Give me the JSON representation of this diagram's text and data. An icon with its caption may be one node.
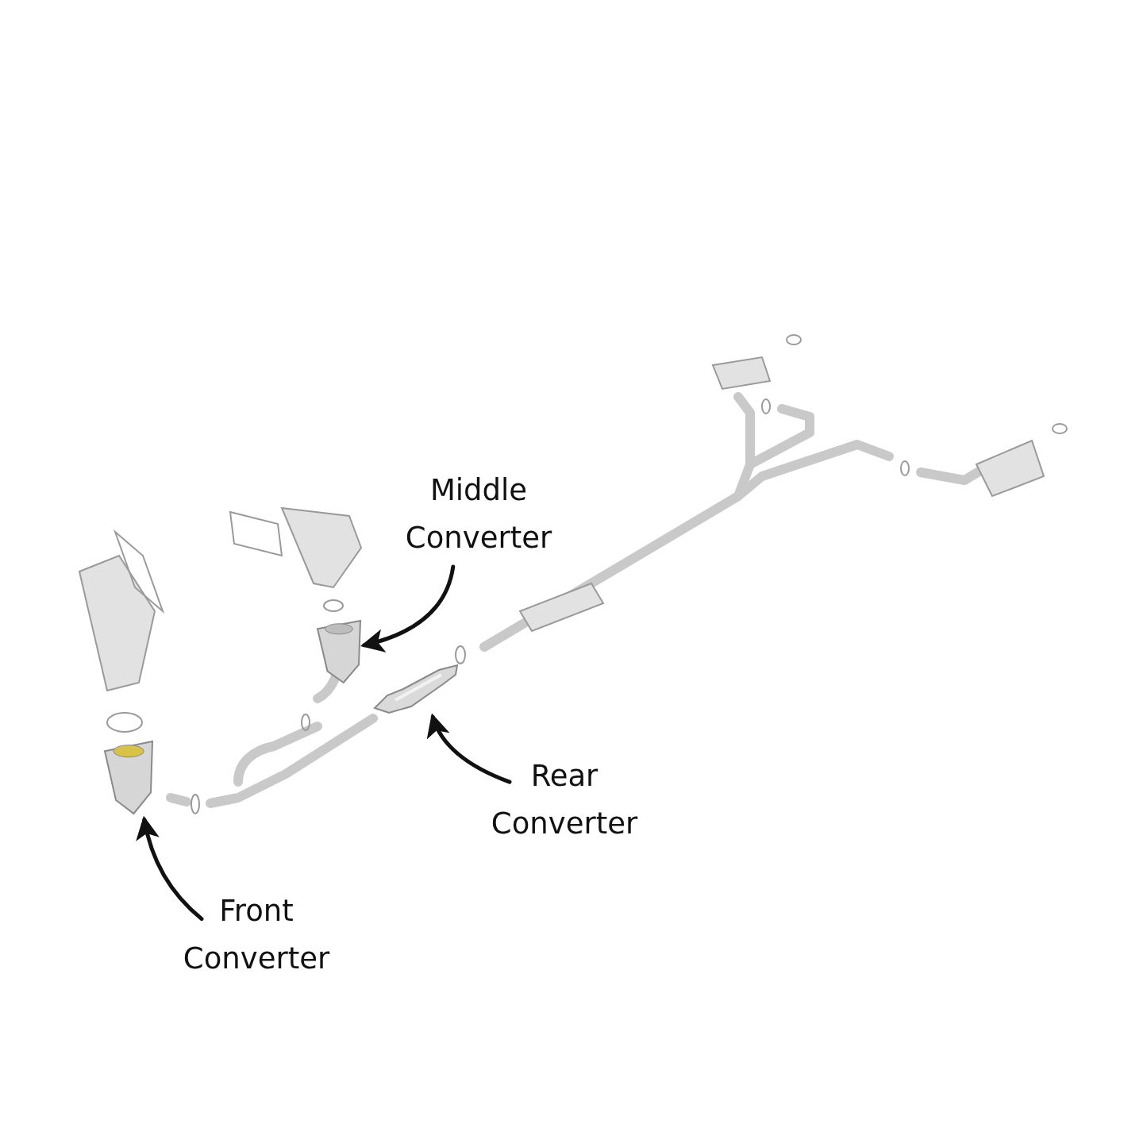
{
  "diagram": {
    "nodes": [
      {
        "text": [
          "Middle Converter"
        ]
      },
      {
        "text": [],
        "shape": "picture"
      },
      {
        "text": [
          "Rear Converter"
        ]
      },
      {
        "text": [],
        "shape": "picture"
      },
      {
        "text": [
          "Front Converter"
        ]
      },
      {
        "text": [],
        "shape": "picture"
      }
    ],
    "edges": [
      {
        "from": 0,
        "to": 1,
        "arrow": "to"
      },
      {
        "from": 2,
        "to": 3,
        "arrow": "to"
      },
      {
        "from": 4,
        "to": 5,
        "arrow": "to"
      }
    ]
  }
}
